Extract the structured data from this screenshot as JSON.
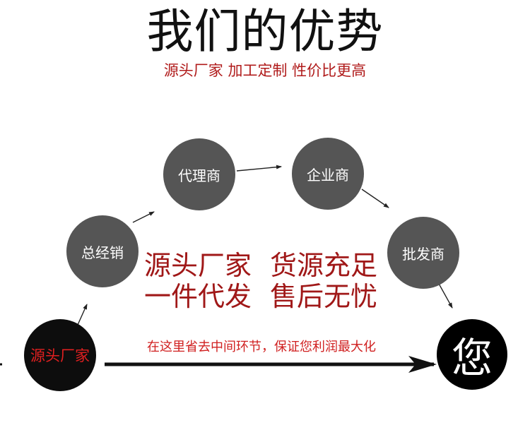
{
  "title": "我们的优势",
  "subtitle": "源头厂家 加工定制 性价比更高",
  "nodes": {
    "source": "源头厂家",
    "zongjingxiao": "总经销",
    "dailishang": "代理商",
    "qiyeshang": "企业商",
    "pifashang": "批发商",
    "you": "您"
  },
  "slogan": {
    "line1_left": "源头厂家",
    "line1_right": "货源充足",
    "line2_left": "一件代发",
    "line2_right": "售后无忧"
  },
  "direct_label": "在这里省去中间环节，保证您利润最大化",
  "colors": {
    "accent_red": "#b01b1b",
    "node_gray": "#555555",
    "dark": "#0d0d0d"
  }
}
